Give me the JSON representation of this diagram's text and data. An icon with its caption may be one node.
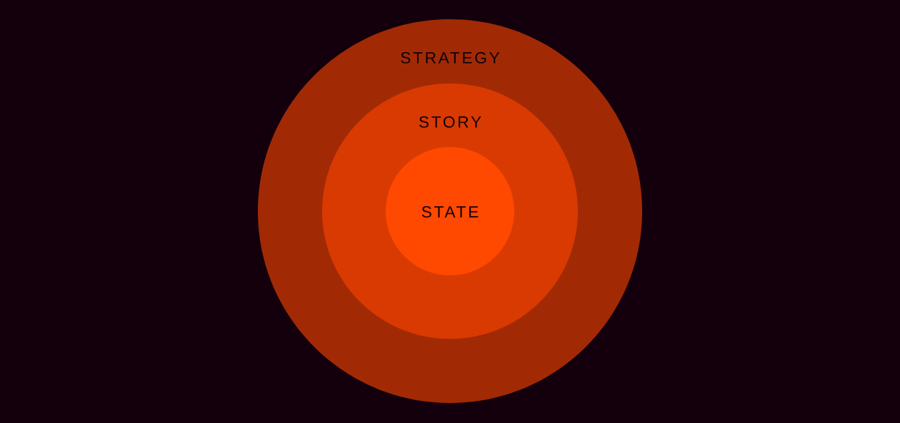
{
  "diagram": {
    "nodes": [
      {
        "text": [
          "STRATEGY"
        ]
      },
      {
        "text": [
          "STORY"
        ],
        "in": 0
      },
      {
        "text": [
          "STATE"
        ],
        "in": 1
      }
    ]
  }
}
